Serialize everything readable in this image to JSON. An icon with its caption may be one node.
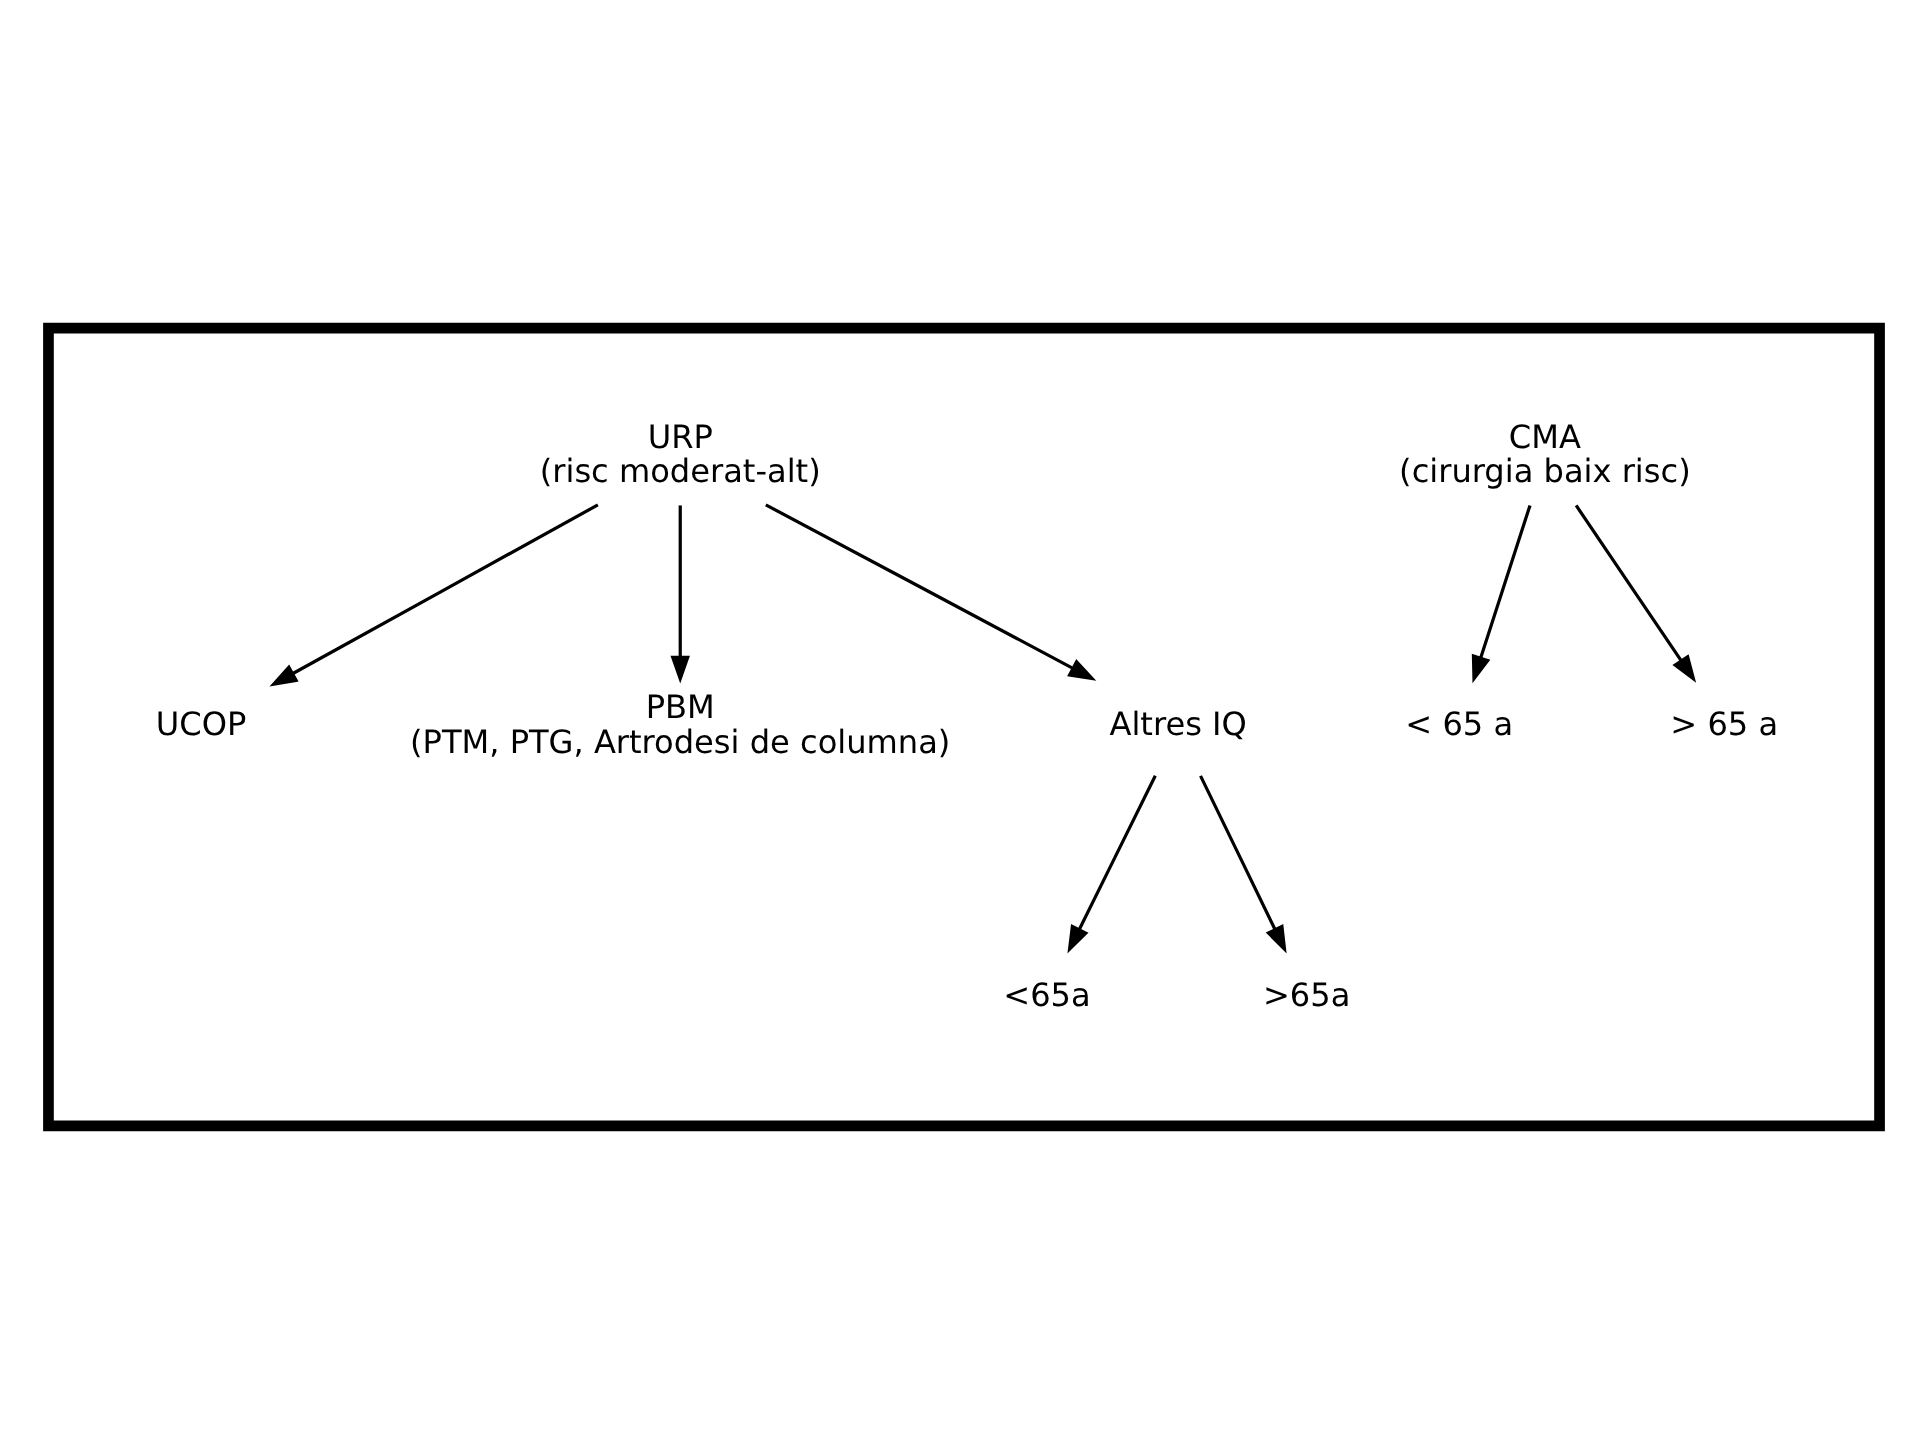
{
  "diagram": {
    "nodes": [
      {
        "text": [],
        "shape": "box"
      },
      {
        "text": [
          "CMA",
          "(cirurgia baix risc)"
        ],
        "in": 0
      },
      {
        "text": [
          "< 65 a"
        ],
        "in": 0
      },
      {
        "text": [
          "> 65 a"
        ],
        "in": 0
      },
      {
        "text": [
          "URP",
          "(risc moderat-alt)"
        ],
        "in": 0
      },
      {
        "text": [
          "UCOP"
        ],
        "in": 0
      },
      {
        "text": [
          "PBM",
          "(PTM, PTG, Artrodesi de columna)"
        ],
        "in": 0
      },
      {
        "text": [
          "Altres IQ"
        ],
        "in": 0
      },
      {
        "text": [
          "<65a"
        ],
        "in": 0
      },
      {
        "text": [
          ">65a"
        ],
        "in": 0
      }
    ],
    "edges": [
      {
        "from": 1,
        "to": 2,
        "arrow": "to"
      },
      {
        "from": 1,
        "to": 3,
        "arrow": "to"
      },
      {
        "from": 4,
        "to": 5,
        "arrow": "to"
      },
      {
        "from": 4,
        "to": 6,
        "arrow": "to"
      },
      {
        "from": 4,
        "to": 7,
        "arrow": "to"
      },
      {
        "from": 7,
        "to": 8,
        "arrow": "to"
      },
      {
        "from": 7,
        "to": 9,
        "arrow": "to"
      }
    ]
  }
}
